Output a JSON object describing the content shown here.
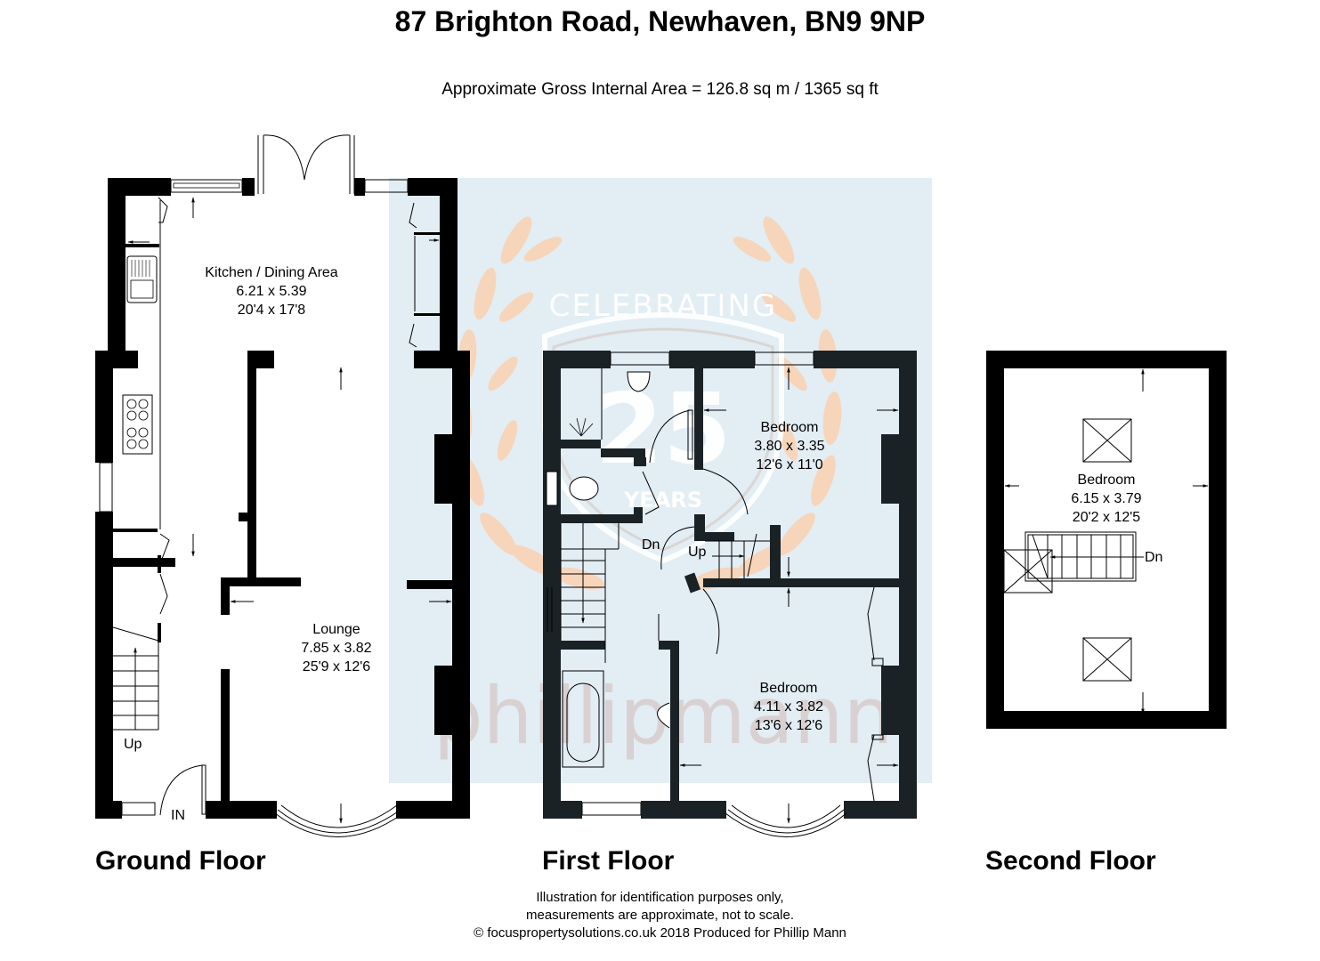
{
  "header": {
    "address": "87 Brighton Road, Newhaven, BN9 9NP",
    "area": "Approximate Gross Internal Area = 126.8 sq m / 1365 sq ft"
  },
  "watermark": {
    "badge_top": "CELEBRATING",
    "badge_number": "25",
    "badge_bottom": "YEARS",
    "brand": "phillipmann",
    "bg_color": "#e2edf4",
    "leaf_color": "#f9d3b4"
  },
  "floors": {
    "ground": {
      "label": "Ground Floor",
      "rooms": [
        {
          "name": "Kitchen / Dining Area",
          "metric": "6.21 x 5.39",
          "imperial": "20'4 x 17'8"
        },
        {
          "name": "Lounge",
          "metric": "7.85 x 3.82",
          "imperial": "25'9 x 12'6"
        }
      ],
      "stairs_label": "Up",
      "entrance_label": "IN"
    },
    "first": {
      "label": "First Floor",
      "rooms": [
        {
          "name": "Bedroom",
          "metric": "3.80 x 3.35",
          "imperial": "12'6 x 11'0"
        },
        {
          "name": "Bedroom",
          "metric": "4.11 x 3.82",
          "imperial": "13'6 x 12'6"
        }
      ],
      "stairs_down_label": "Dn",
      "stairs_up_label": "Up"
    },
    "second": {
      "label": "Second Floor",
      "rooms": [
        {
          "name": "Bedroom",
          "metric": "6.15 x 3.79",
          "imperial": "20'2 x 12'5"
        }
      ],
      "stairs_down_label": "Dn"
    }
  },
  "footer": {
    "line1": "Illustration for identification purposes only,",
    "line2": "measurements are approximate, not to scale.",
    "line3": "© focuspropertysolutions.co.uk 2018 Produced for Phillip Mann"
  }
}
